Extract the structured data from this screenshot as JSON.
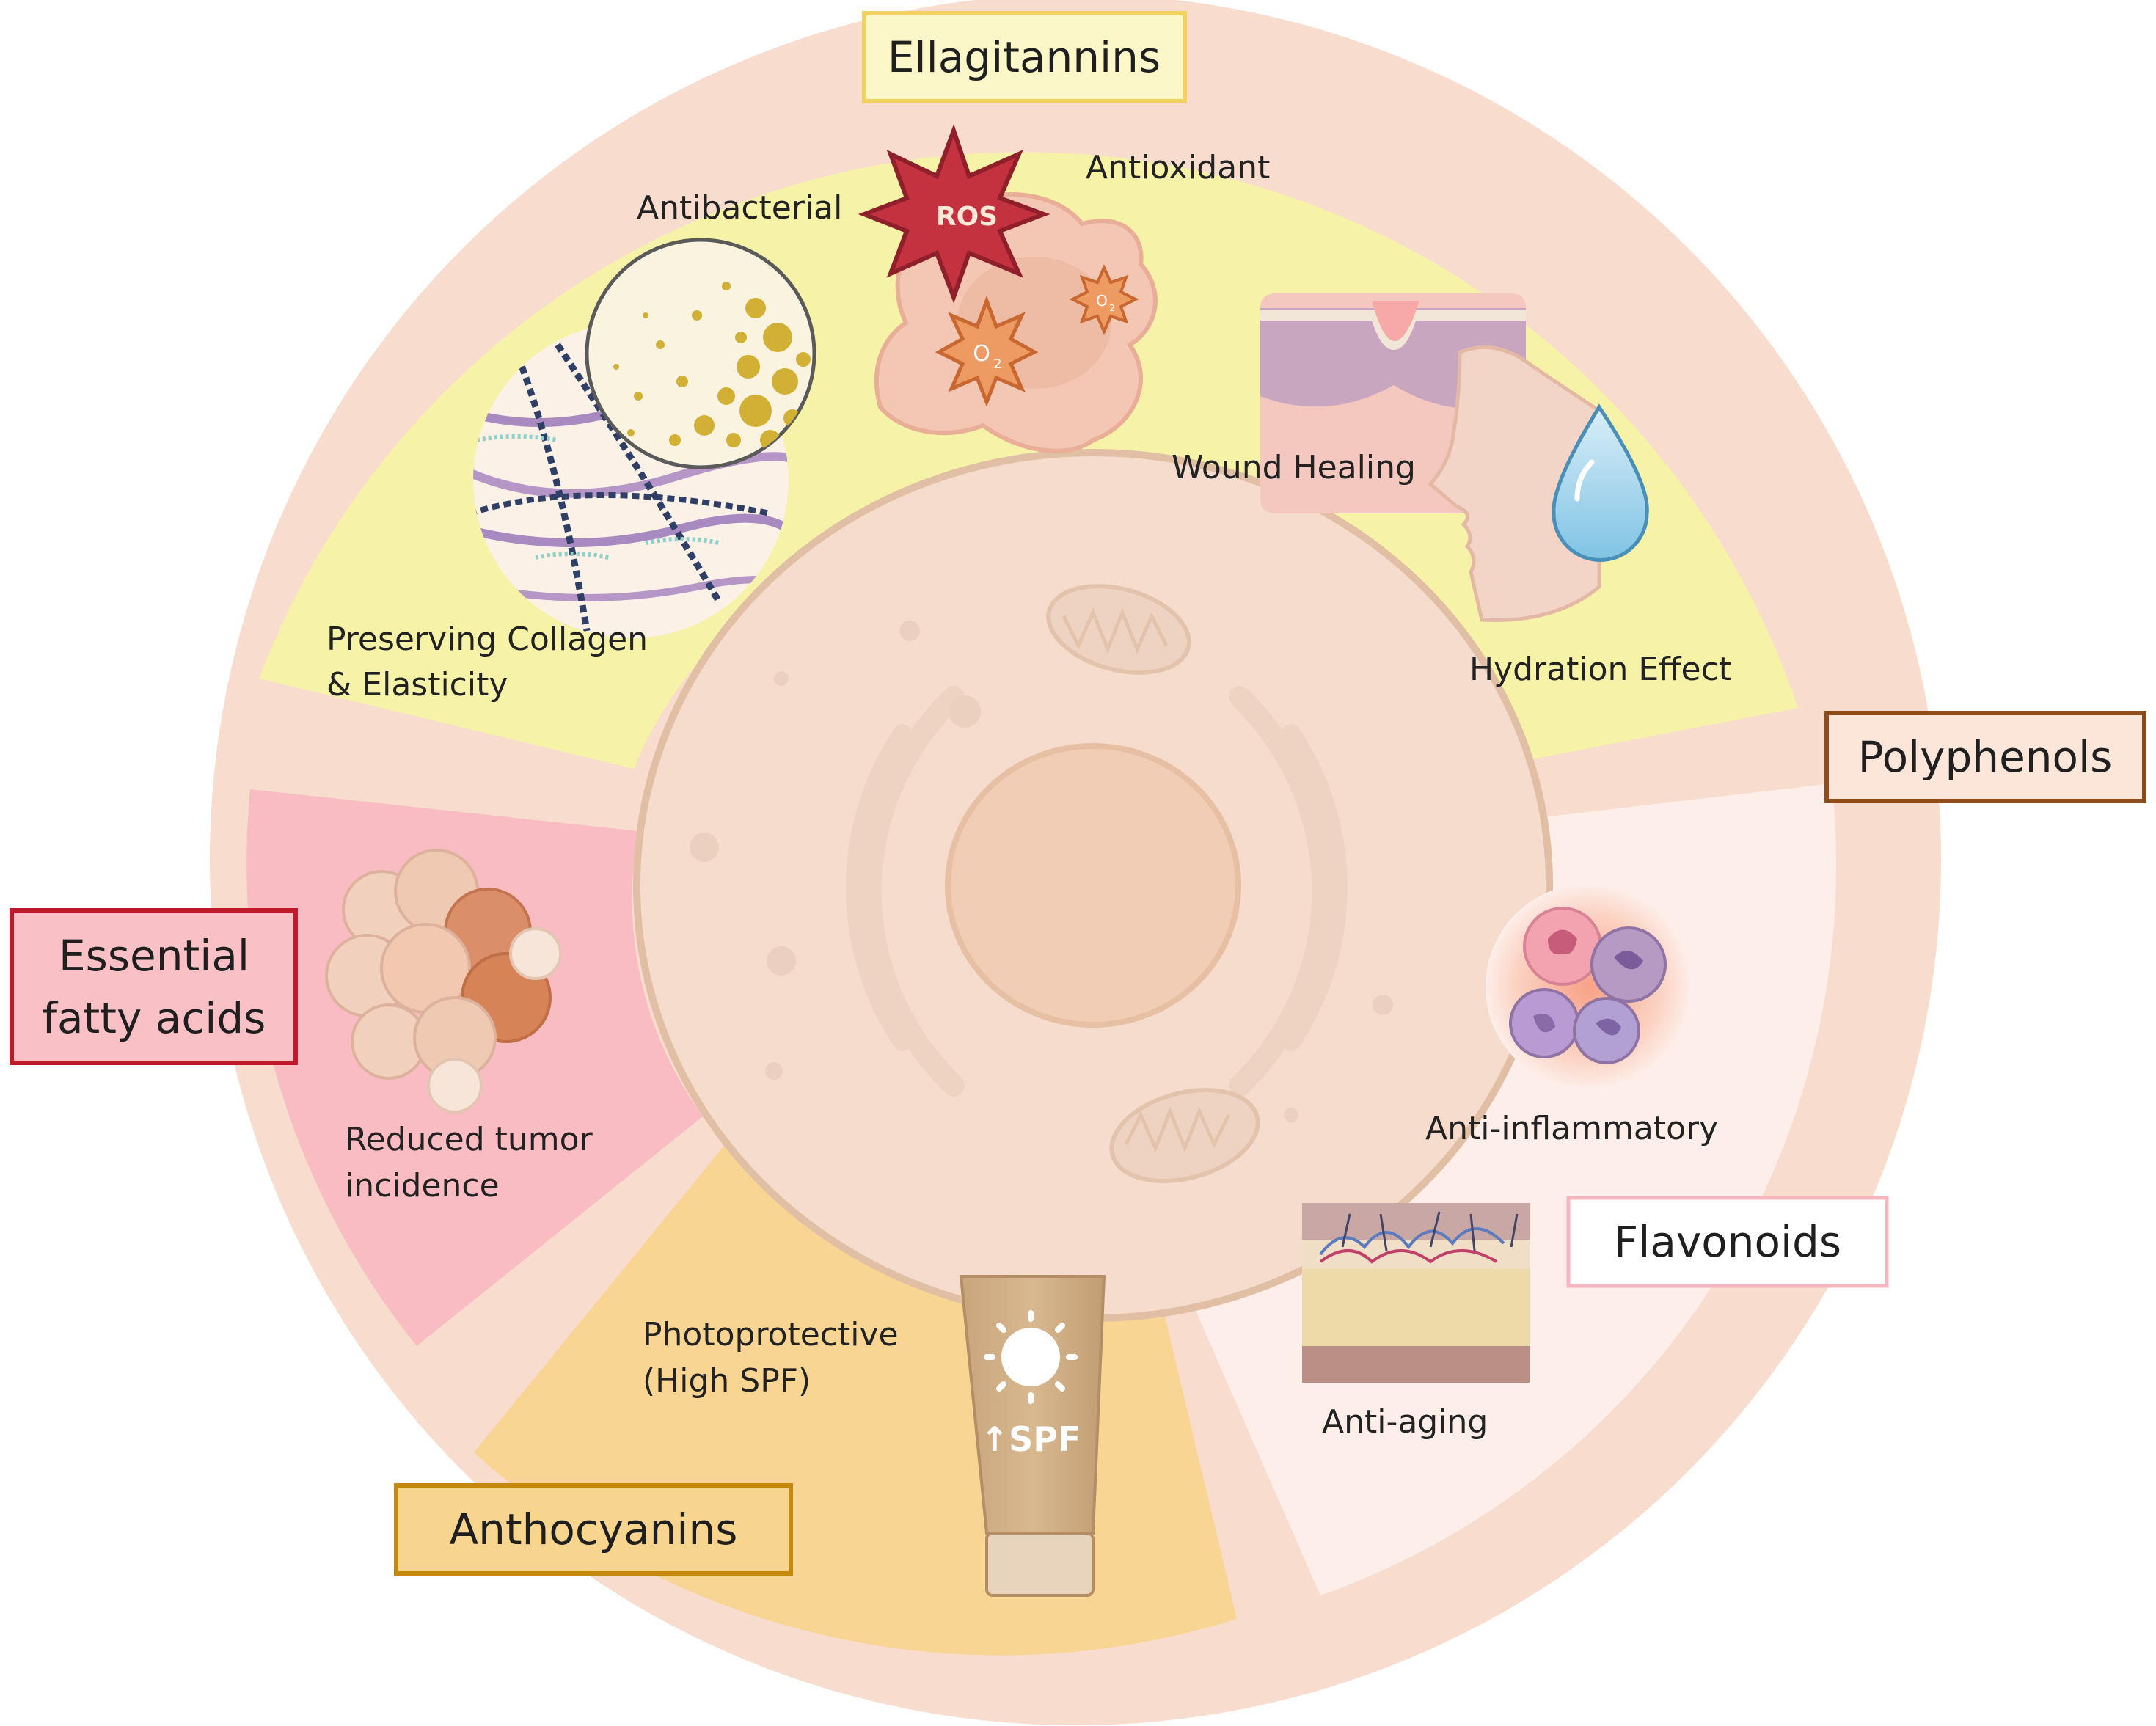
{
  "boxes": {
    "ellagitannins": "Ellagitannins",
    "polyphenols": "Polyphenols",
    "flavonoids": "Flavonoids",
    "anthocyanins": "Anthocyanins",
    "fatty_line1": "Essential",
    "fatty_line2": "fatty acids"
  },
  "labels": {
    "antibacterial": "Antibacterial",
    "antioxidant": "Antioxidant",
    "wound_healing": "Wound Healing",
    "hydration": "Hydration Effect",
    "collagen_line1": "Preserving Collagen",
    "collagen_line2": "& Elasticity",
    "anti_inflammatory": "Anti-inflammatory",
    "anti_aging": "Anti-aging",
    "photo_line1": "Photoprotective",
    "photo_line2": "(High SPF)",
    "tumor_line1": "Reduced tumor",
    "tumor_line2": "incidence"
  },
  "icons": {
    "ros_text": "ROS",
    "o2_text": "O",
    "o2_sub": "2",
    "o2_small_text": "O",
    "o2_small_sub": "2",
    "spf_text": "↑SPF"
  },
  "colors": {
    "ring": "#f8dccd",
    "ellagitannins_sector": "#f6f3a8",
    "polyphenols_sector": "#fdeee9",
    "flavonoids_sector": "#fdeee9",
    "anthocyanins_sector": "#f8d592",
    "fatty_acids_sector": "#f9bcc2",
    "cell": "#f5dccd",
    "nucleus": "#f2cdb5",
    "ellagitannins_border": "#f1d160",
    "polyphenols_border": "#8d4d1a",
    "flavonoids_border": "#f4b7bf",
    "anthocyanins_border": "#c58a0d",
    "fatty_acids_border": "#c0192b"
  }
}
